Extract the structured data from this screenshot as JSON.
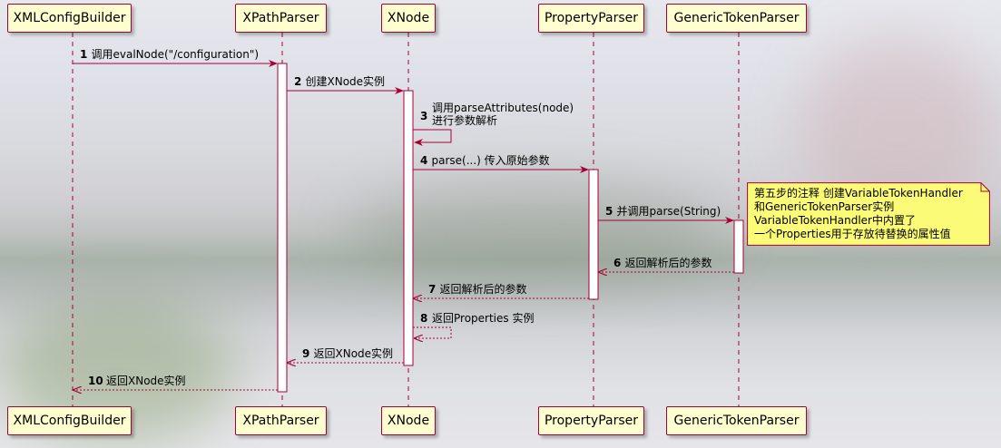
{
  "participants": [
    {
      "id": "xmlconfigbuilder",
      "label": "XMLConfigBuilder"
    },
    {
      "id": "xpathparser",
      "label": "XPathParser"
    },
    {
      "id": "xnode",
      "label": "XNode"
    },
    {
      "id": "propertyparser",
      "label": "PropertyParser"
    },
    {
      "id": "generictokenparser",
      "label": "GenericTokenParser"
    }
  ],
  "messages": [
    {
      "num": "1",
      "from": "xmlconfigbuilder",
      "to": "xpathparser",
      "kind": "call",
      "lines": [
        "调用evalNode(\"/configuration\")"
      ]
    },
    {
      "num": "2",
      "from": "xpathparser",
      "to": "xnode",
      "kind": "call",
      "lines": [
        "创建XNode实例"
      ]
    },
    {
      "num": "3",
      "from": "xnode",
      "to": "xnode",
      "kind": "self-call",
      "lines": [
        "调用parseAttributes(node)",
        "进行参数解析"
      ]
    },
    {
      "num": "4",
      "from": "xnode",
      "to": "propertyparser",
      "kind": "call",
      "lines": [
        "parse(...) 传入原始参数"
      ]
    },
    {
      "num": "5",
      "from": "propertyparser",
      "to": "generictokenparser",
      "kind": "call",
      "lines": [
        "并调用parse(String)"
      ]
    },
    {
      "num": "6",
      "from": "generictokenparser",
      "to": "propertyparser",
      "kind": "return",
      "lines": [
        "返回解析后的参数"
      ]
    },
    {
      "num": "7",
      "from": "propertyparser",
      "to": "xnode",
      "kind": "return",
      "lines": [
        "返回解析后的参数"
      ]
    },
    {
      "num": "8",
      "from": "xnode",
      "to": "xnode",
      "kind": "self-return",
      "lines": [
        "返回Properties 实例"
      ]
    },
    {
      "num": "9",
      "from": "xnode",
      "to": "xpathparser",
      "kind": "return",
      "lines": [
        "返回XNode实例"
      ]
    },
    {
      "num": "10",
      "from": "xpathparser",
      "to": "xmlconfigbuilder",
      "kind": "return",
      "lines": [
        "返回XNode实例"
      ]
    }
  ],
  "note": {
    "lines": [
      "第五步的注释 创建VariableTokenHandler",
      "和GenericTokenParser实例",
      "VariableTokenHandler中内置了",
      "一个Properties用于存放待替换的属性值"
    ]
  },
  "colors": {
    "arrow": "#a80036",
    "participant_fill": "#fefece",
    "participant_border": "#a80036",
    "activation_fill": "#ffffff",
    "note_fill": "#fbfb77",
    "note_border": "#a80036"
  }
}
